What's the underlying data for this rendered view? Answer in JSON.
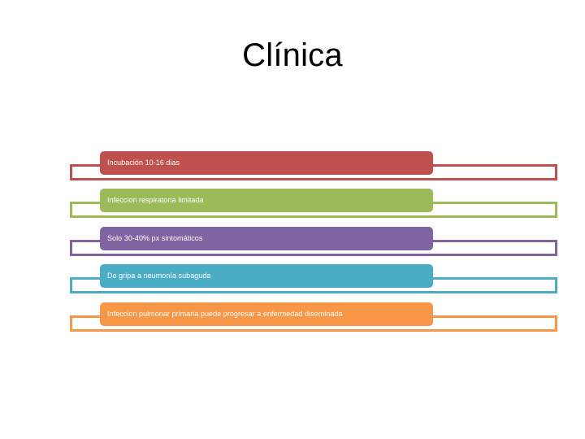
{
  "slide": {
    "title": "Clínica",
    "background_color": "#FFFFFF",
    "title_color": "#000000"
  },
  "process_list": {
    "rows": [
      {
        "label": "Incubación 10-16 dias",
        "color": "#C0504D",
        "color_name": "red"
      },
      {
        "label": "Infeccion respiratoria limitada",
        "color": "#9BBB59",
        "color_name": "green"
      },
      {
        "label": "Solo 30-40% px sintomáticos",
        "color": "#8064A2",
        "color_name": "purple"
      },
      {
        "label": "De gripa a neumonía subaguda",
        "color": "#4BACC6",
        "color_name": "teal"
      },
      {
        "label": "Infeccion pulmonar primaria puede progresar a enfermedad diseminada",
        "color": "#F79646",
        "color_name": "orange"
      }
    ]
  }
}
